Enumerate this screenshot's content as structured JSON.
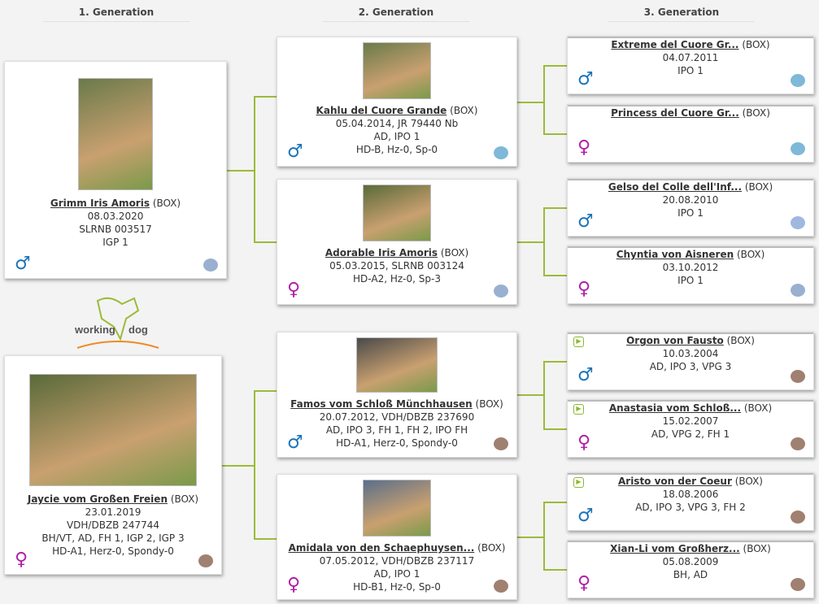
{
  "headers": [
    "1. Generation",
    "2. Generation",
    "3. Generation"
  ],
  "logo_text": "working dog",
  "colors": {
    "male": "#1a73b8",
    "female": "#b020a8",
    "connector": "#9bbb3a"
  },
  "gen1": [
    {
      "name": "Grimm Iris Amoris",
      "breed": "(BOX)",
      "lines": [
        "08.03.2020",
        "SLRNB 003517",
        "IGP 1"
      ],
      "sex": "male",
      "club": "slrnb-logo"
    },
    {
      "name": "Jaycie vom Großen Freien",
      "breed": "(BOX)",
      "lines": [
        "23.01.2019",
        "VDH/DBZB 247744",
        "BH/VT, AD, FH 1, IGP 2, IGP 3",
        "HD-A1, Herz-0, Spondy-0"
      ],
      "sex": "female",
      "club": "boxer-club-logo"
    }
  ],
  "gen2": [
    {
      "name": "Kahlu del Cuore Grande",
      "breed": "(BOX)",
      "lines": [
        "05.04.2014, JR 79440 Nb",
        "AD, IPO 1",
        "HD-B, Hz-0, Sp-0"
      ],
      "sex": "male",
      "club": "kss-logo"
    },
    {
      "name": "Adorable Iris Amoris",
      "breed": "(BOX)",
      "lines": [
        "05.03.2015, SLRNB 003124",
        "HD-A2, Hz-0, Sp-3"
      ],
      "sex": "female",
      "club": "slrnb-logo"
    },
    {
      "name": "Famos vom Schloß Münchhausen",
      "breed": "(BOX)",
      "lines": [
        "20.07.2012, VDH/DBZB 237690",
        "AD, IPO 3, FH 1, FH 2, IPO FH",
        "HD-A1, Herz-0, Spondy-0"
      ],
      "sex": "male",
      "club": "boxer-club-logo"
    },
    {
      "name": "Amidala von den Schaephuysen...",
      "breed": "(BOX)",
      "lines": [
        "07.05.2012, VDH/DBZB 237117",
        "AD, IPO 1",
        "HD-B1, Hz-0, Sp-0"
      ],
      "sex": "female",
      "club": "boxer-club-logo"
    }
  ],
  "gen3": [
    {
      "name": "Extreme del Cuore Gr...",
      "breed": "(BOX)",
      "lines": [
        "04.07.2011",
        "IPO 1"
      ],
      "sex": "male",
      "club": "kss-logo",
      "video": false
    },
    {
      "name": "Princess del Cuore Gr...",
      "breed": "(BOX)",
      "lines": [],
      "sex": "female",
      "club": "kss-logo",
      "video": false
    },
    {
      "name": "Gelso del Colle dell'Inf...",
      "breed": "(BOX)",
      "lines": [
        "20.08.2010",
        "IPO 1"
      ],
      "sex": "male",
      "club": "enci-logo",
      "video": false
    },
    {
      "name": "Chyntia von Aisneren",
      "breed": "(BOX)",
      "lines": [
        "03.10.2012",
        "IPO 1"
      ],
      "sex": "female",
      "club": "slrnb-logo",
      "video": false
    },
    {
      "name": "Orgon von Fausto",
      "breed": "(BOX)",
      "lines": [
        "10.03.2004",
        "AD, IPO 3, VPG 3"
      ],
      "sex": "male",
      "club": "boxer-club-logo",
      "video": true
    },
    {
      "name": "Anastasia vom Schloß...",
      "breed": "(BOX)",
      "lines": [
        "15.02.2007",
        "AD, VPG 2, FH 1"
      ],
      "sex": "female",
      "club": "boxer-club-logo",
      "video": true
    },
    {
      "name": "Aristo von der Coeur",
      "breed": "(BOX)",
      "lines": [
        "18.08.2006",
        "AD, IPO 3, VPG 3, FH 2"
      ],
      "sex": "male",
      "club": "boxer-club-logo",
      "video": true
    },
    {
      "name": "Xian-Li vom Großherz...",
      "breed": "(BOX)",
      "lines": [
        "05.08.2009",
        "BH, AD"
      ],
      "sex": "female",
      "club": "boxer-club-logo",
      "video": false
    }
  ]
}
